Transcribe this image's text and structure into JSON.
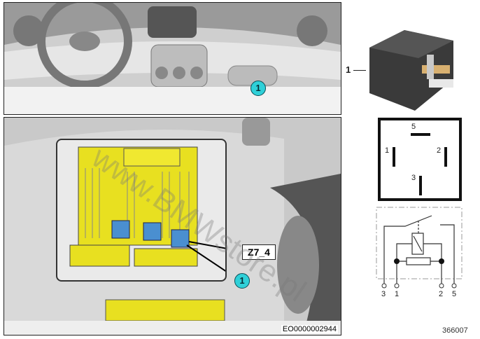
{
  "top_panel": {
    "callout": "1"
  },
  "bottom_panel": {
    "callout": "1",
    "connector_label": "Z7_4",
    "image_code": "EO0000002944"
  },
  "relay": {
    "part_label": "1"
  },
  "pinout": {
    "pins": [
      "5",
      "1",
      "2",
      "3"
    ]
  },
  "schematic": {
    "terminals": [
      "3",
      "1",
      "2",
      "5"
    ]
  },
  "watermark": "www.BMWstore.pl",
  "diagram_number": "366007",
  "colors": {
    "fusebox": "#e8e020",
    "relay_blue": "#4a8fd0",
    "callout": "#2fd0d8"
  }
}
